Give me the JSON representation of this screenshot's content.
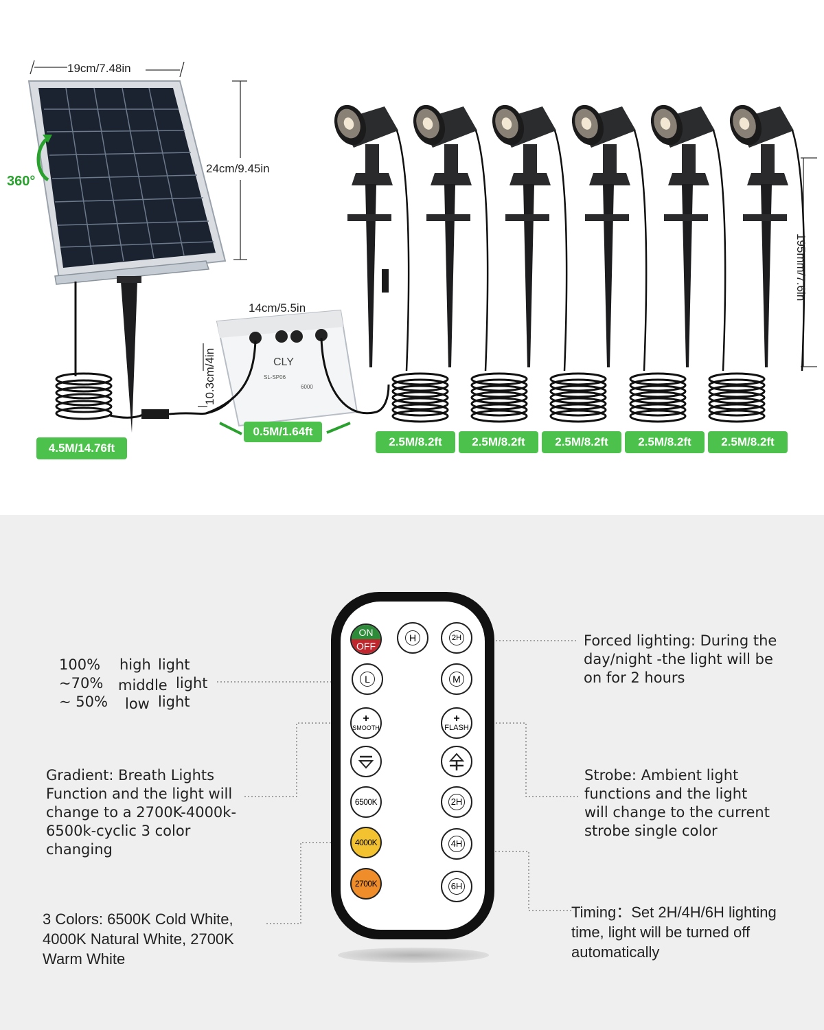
{
  "top": {
    "panel_width": "19cm/7.48in",
    "panel_height": "24cm/9.45in",
    "rotation": "360°",
    "controller_width": "14cm/5.5in",
    "controller_height": "10.3cm/4in",
    "light_height": "195mm/7.6in",
    "controller_brand": "CLY",
    "controller_model": "SL-SP06",
    "controller_code": "6000",
    "cable_panel": "4.5M/14.76ft",
    "cable_controller": "0.5M/1.64ft",
    "cable_lights": [
      "2.5M/8.2ft",
      "2.5M/8.2ft",
      "2.5M/8.2ft",
      "2.5M/8.2ft",
      "2.5M/8.2ft"
    ]
  },
  "remote": {
    "on_label": "ON",
    "off_label": "OFF",
    "h_label": "H",
    "h2_label": "2H",
    "l_label": "L",
    "m_label": "M",
    "smooth_label": "SMOOTH",
    "flash_label": "FLASH",
    "plus": "+",
    "k6500": "6500K",
    "k4000": "4000K",
    "k2700": "2700K",
    "t2": "2H",
    "t4": "4H",
    "t6": "6H"
  },
  "callouts": {
    "brightness": [
      {
        "pct": "100%",
        "word": "high",
        "suffix": "light"
      },
      {
        "pct": "~70%",
        "word": "middle",
        "suffix": "light"
      },
      {
        "pct": "~ 50%",
        "word": "low",
        "suffix": "light"
      }
    ],
    "forced": [
      "Forced lighting: During the",
      "day/night -the light will be",
      "on for 2 hours"
    ],
    "gradient": [
      "Gradient: Breath Lights",
      "Function and the light will",
      "change to a 2700K-4000k-",
      "6500k-cyclic 3 color",
      "changing"
    ],
    "strobe": [
      "Strobe: Ambient light",
      "functions and the light",
      "will change to the current",
      "strobe single color"
    ],
    "colors": [
      "3 Colors: 6500K Cold White,",
      "4000K Natural White, 2700K",
      "Warm White"
    ],
    "timing": [
      "Timing：Set 2H/4H/6H lighting",
      "time, light will be turned off",
      "automatically"
    ]
  },
  "colors": {
    "tag_green": "#4cc24c",
    "on_green": "#2e8b3a",
    "off_red": "#c0262d",
    "k4000": "#f2c230",
    "k2700": "#ee8d2a",
    "gray_bg": "#efefef"
  }
}
